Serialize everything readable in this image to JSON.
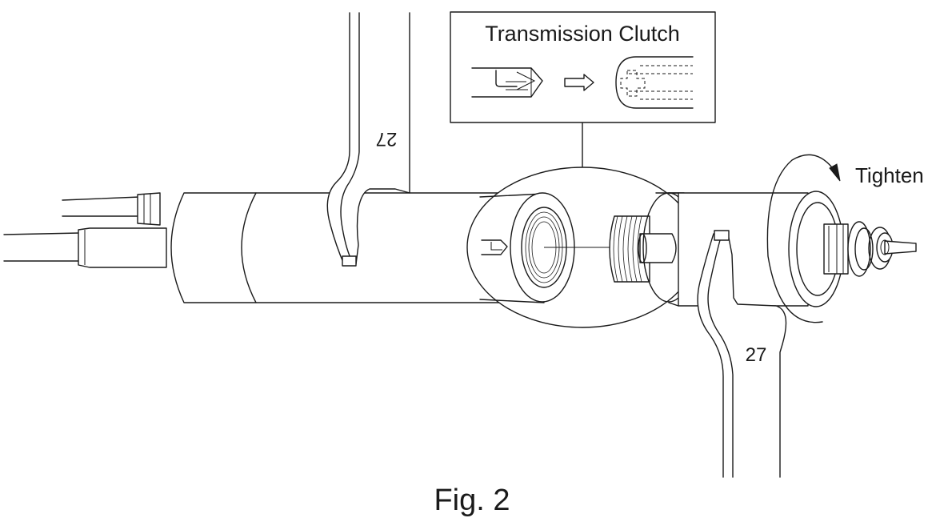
{
  "inset": {
    "title": "Transmission Clutch"
  },
  "labels": {
    "wrench_left": "27",
    "wrench_right": "27",
    "tighten": "Tighten"
  },
  "caption": "Fig. 2"
}
